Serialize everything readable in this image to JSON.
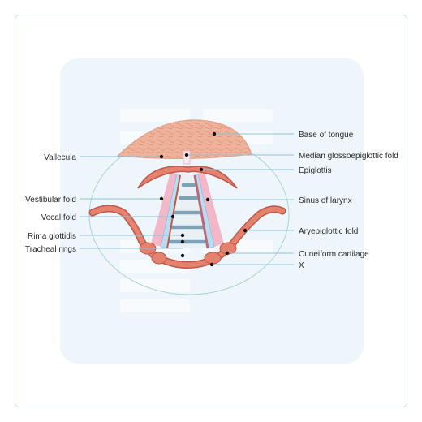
{
  "diagram": {
    "labels_left": {
      "vallecula": "Vallecula",
      "vestibular_fold": "Vestibular fold",
      "vocal_fold": "Vocal fold",
      "rima_glottidis": "Rima glottidis",
      "tracheal_rings": "Tracheal rings"
    },
    "labels_right": {
      "base_of_tongue": "Base of tongue",
      "median_glossoepiglottic_fold": "Median glossoepiglottic fold",
      "epiglottis": "Epiglottis",
      "sinus_of_larynx": "Sinus of larynx",
      "aryepiglottic_fold": "Aryepiglottic fold",
      "cuneiform_cartilage": "Cuneiform cartilage",
      "x": "X"
    },
    "colors": {
      "panel": "#eef6fb",
      "placeholder_block": "#f8fbfd",
      "leader_line": "#8fc3d8",
      "tongue": "#efb29b",
      "fold_tissue": "#e5826e",
      "fold_outline": "#c0584a",
      "vestibular_pink": "#f2b8c8",
      "vocal_blue": "#b9dcf2",
      "trachea_ring": "#7ea3b8",
      "dot": "#111111"
    }
  }
}
